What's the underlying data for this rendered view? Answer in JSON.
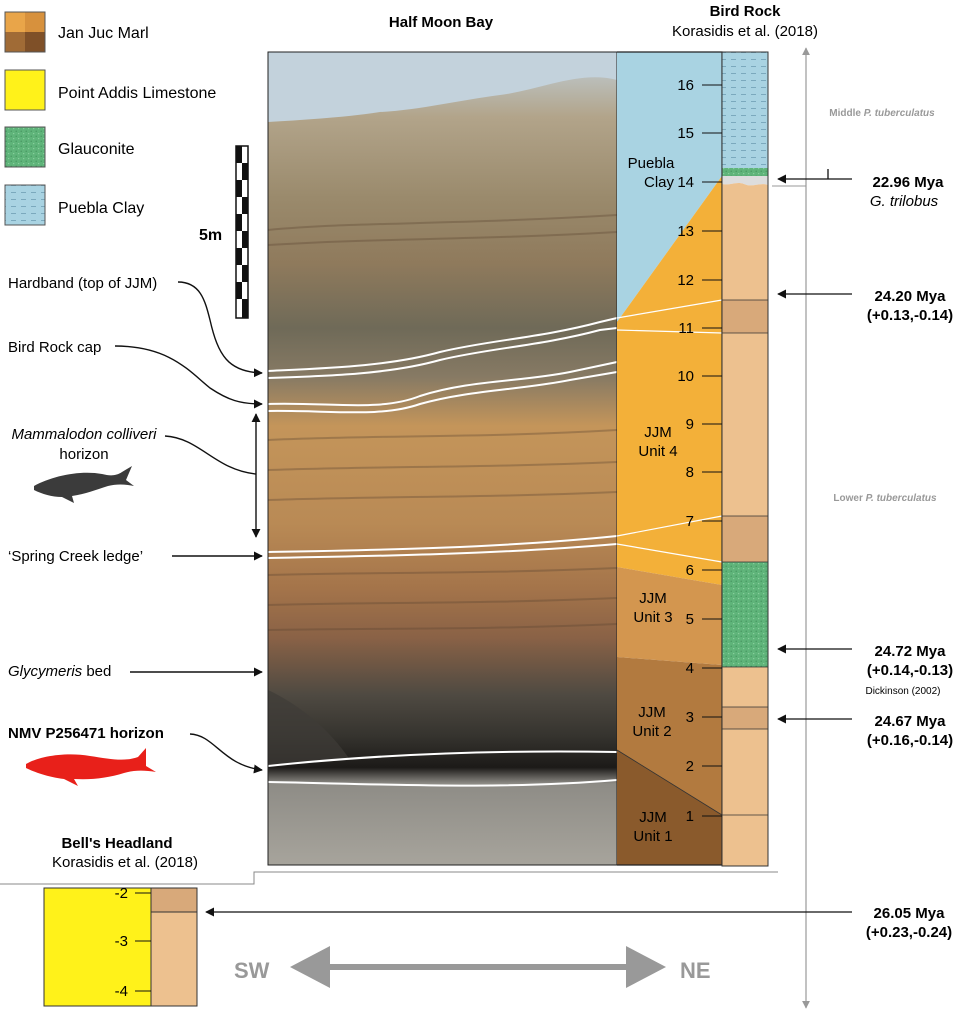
{
  "legend": {
    "items": [
      {
        "label": "Jan Juc Marl"
      },
      {
        "label": "Point Addis Limestone"
      },
      {
        "label": "Glauconite"
      },
      {
        "label": "Puebla Clay"
      }
    ],
    "colors": {
      "jan_juc_a": "#e9a549",
      "jan_juc_b": "#8a5a2c",
      "point_addis": "#fff21a",
      "glauconite": "#5fb47a",
      "puebla": "#a9d3e2"
    }
  },
  "titles": {
    "half_moon_bay": "Half Moon Bay",
    "bird_rock": "Bird Rock",
    "bird_rock_ref": "Korasidis et al. (2018)",
    "bells": "Bell's Headland",
    "bells_ref": "Korasidis et al. (2018)"
  },
  "scale_bar": {
    "label": "5m"
  },
  "horizons": {
    "hardband": "Hardband (top of JJM)",
    "bird_rock_cap": "Bird Rock cap",
    "mammalodon_italic": "Mammalodon colliveri",
    "mammalodon_rest": "horizon",
    "spring_creek": "‘Spring Creek ledge’",
    "glycymeris_italic": "Glycymeris",
    "glycymeris_rest": " bed",
    "nmv": "NMV P256471 horizon"
  },
  "units": {
    "puebla_1": "Puebla",
    "puebla_2": "Clay",
    "u4_1": "JJM",
    "u4_2": "Unit 4",
    "u3_1": "JJM",
    "u3_2": "Unit 3",
    "u2_1": "JJM",
    "u2_2": "Unit 2",
    "u1_1": "JJM",
    "u1_2": "Unit 1"
  },
  "column_ticks": [
    "1",
    "2",
    "3",
    "4",
    "5",
    "6",
    "7",
    "8",
    "9",
    "10",
    "11",
    "12",
    "13",
    "14",
    "15",
    "16"
  ],
  "bells_ticks": [
    "-2",
    "-3",
    "-4"
  ],
  "zones": {
    "middle_prefix": "Middle ",
    "middle_italic": "P. tuberculatus",
    "lower_prefix": "Lower ",
    "lower_italic": "P. tuberculatus"
  },
  "ages": {
    "a1_main": "22.96 Mya",
    "a1_sub": "G. trilobus",
    "a2_main": "24.20 Mya",
    "a2_sub": "(+0.13,-0.14)",
    "a3_main": "24.72 Mya",
    "a3_sub": "(+0.14,-0.13)",
    "a3_ref": "Dickinson (2002)",
    "a4_main": "24.67 Mya",
    "a4_sub": "(+0.16,-0.14)",
    "a5_main": "26.05 Mya",
    "a5_sub": "(+0.23,-0.24)"
  },
  "direction": {
    "sw": "SW",
    "ne": "NE"
  }
}
